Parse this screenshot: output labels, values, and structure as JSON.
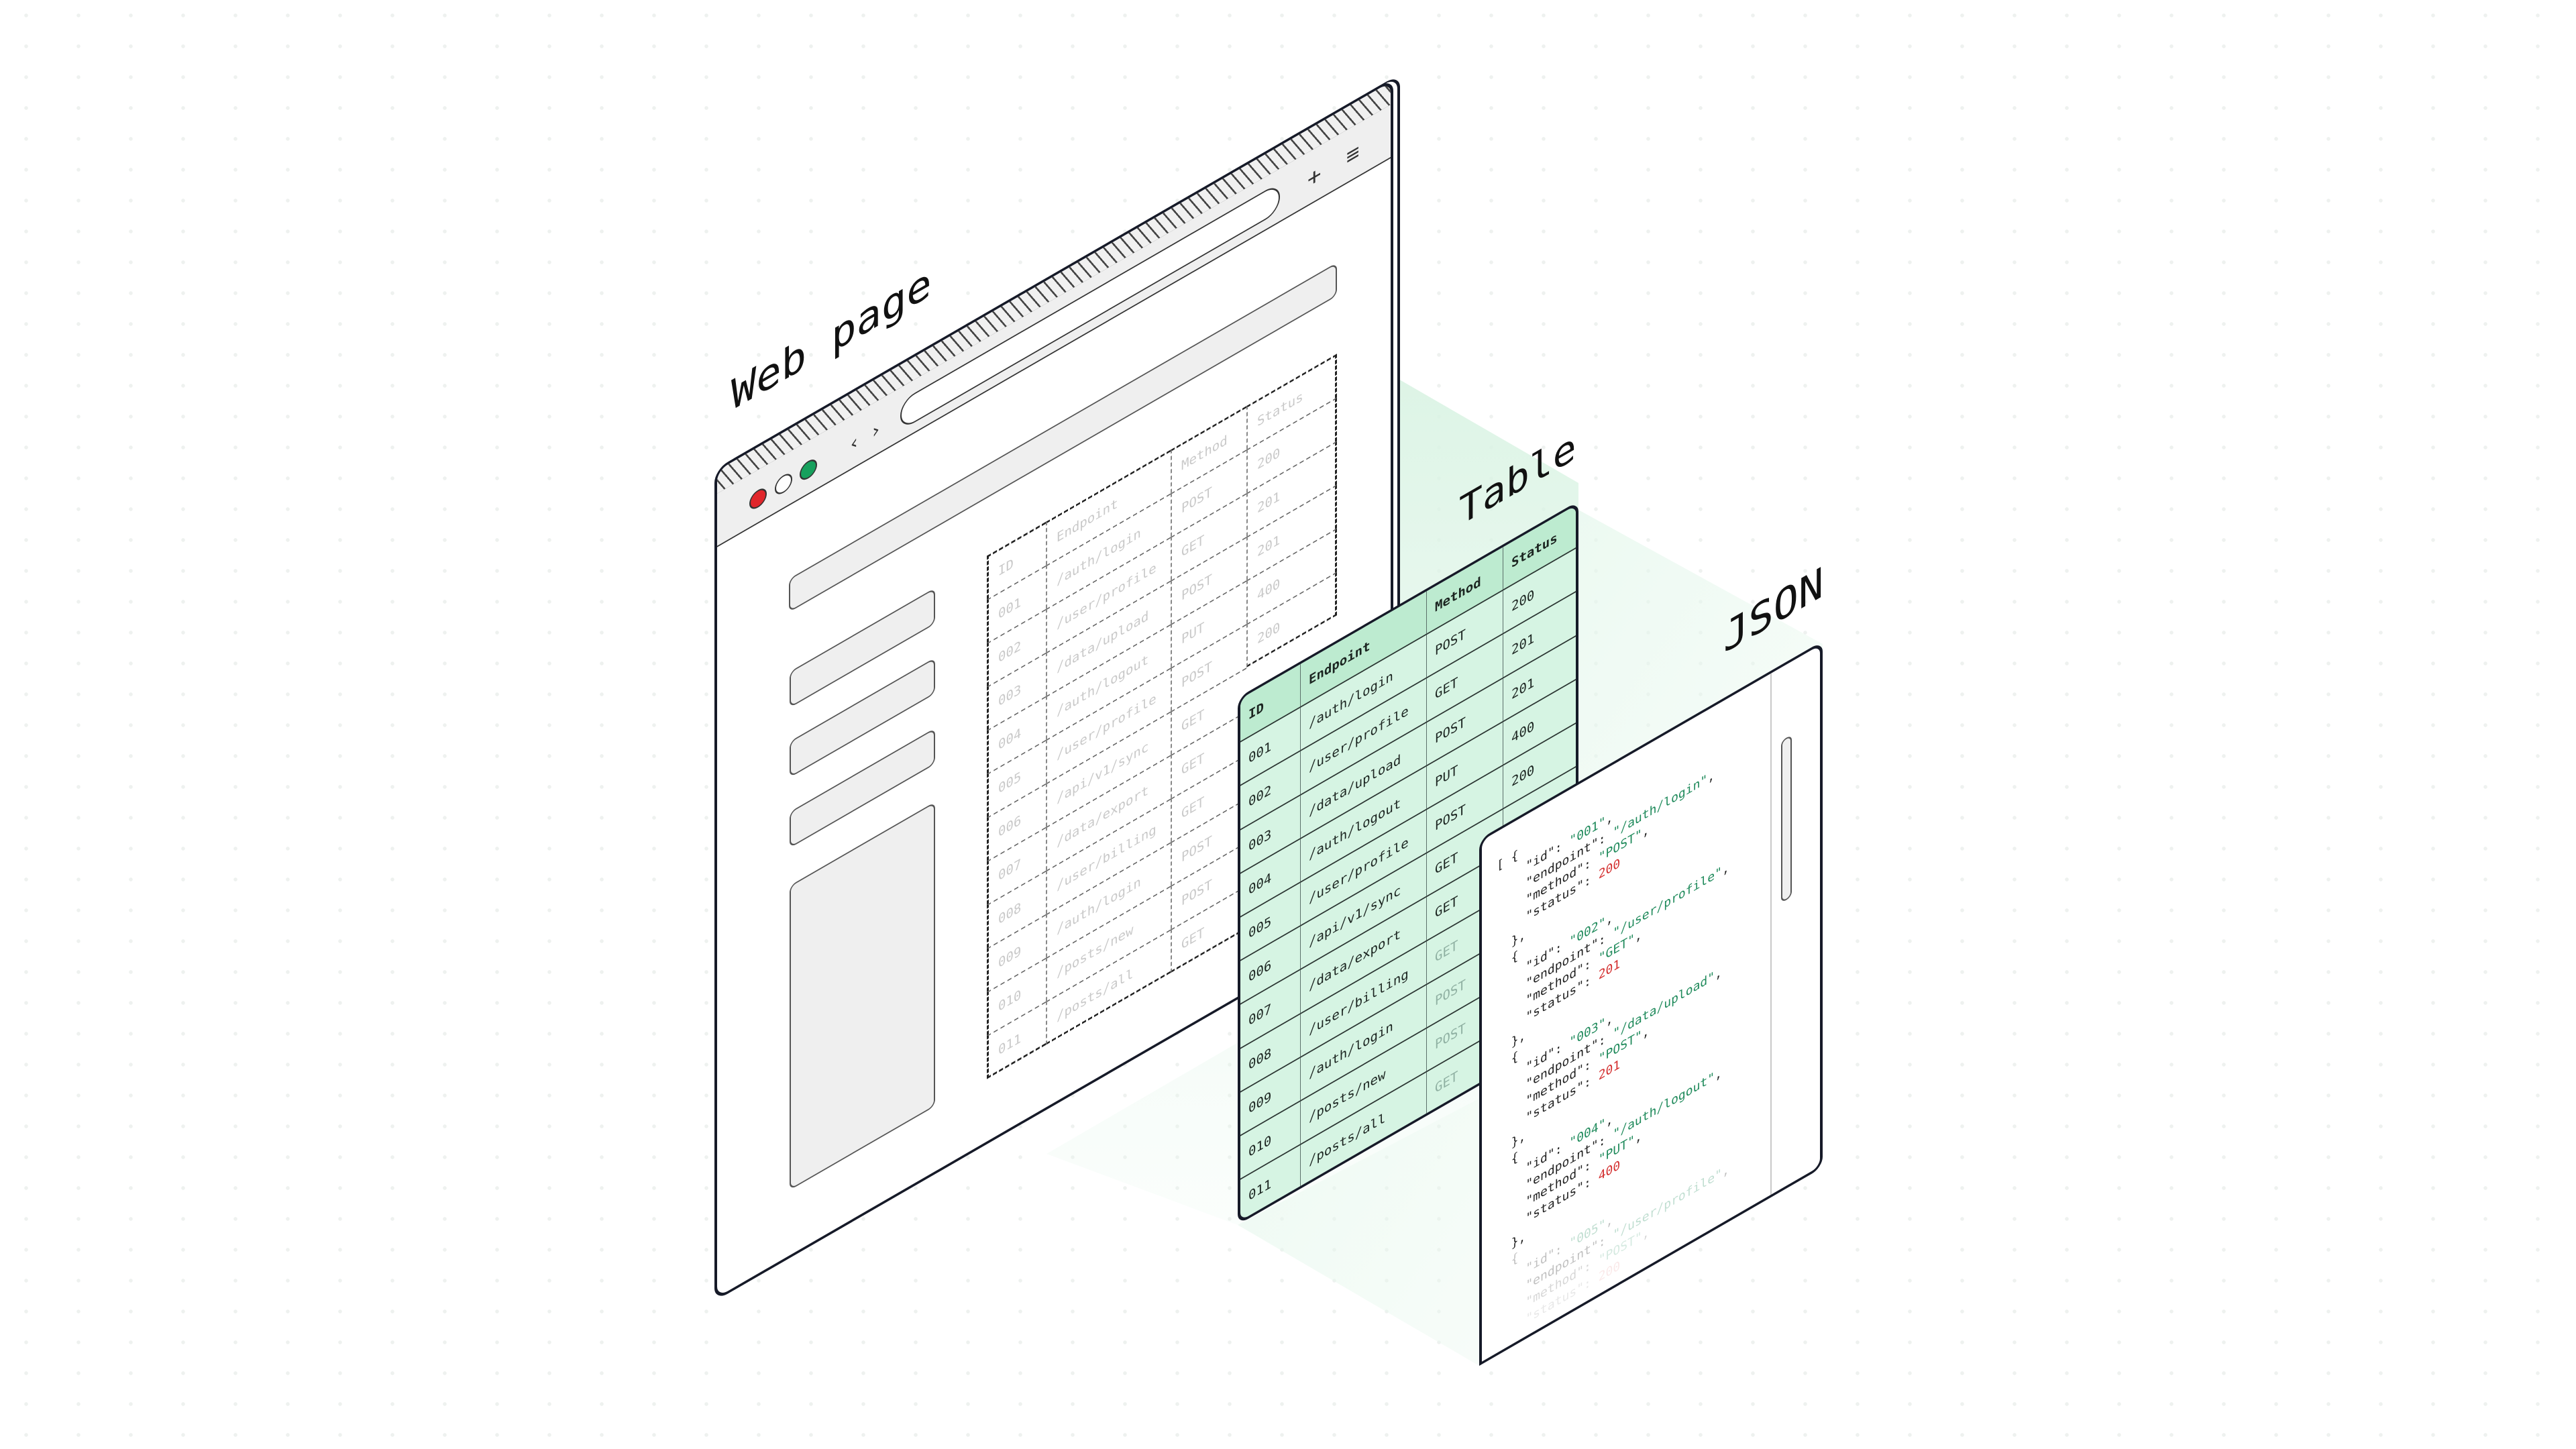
{
  "labels": {
    "web_page": "Web page",
    "table": "Table",
    "json": "JSON"
  },
  "browser": {
    "icons": {
      "back": "‹",
      "forward": "›",
      "new_tab": "+",
      "menu": "≡"
    },
    "traffic_colors": {
      "close": "#e0262b",
      "minimize": "#ffffff",
      "maximize": "#17a05d"
    }
  },
  "table": {
    "headers": [
      "ID",
      "Endpoint",
      "Method",
      "Status"
    ],
    "ids": [
      "001",
      "002",
      "003",
      "004",
      "005",
      "006",
      "007",
      "008",
      "009",
      "010",
      "011"
    ],
    "endpoints": [
      "/auth/login",
      "/user/profile",
      "/data/upload",
      "/auth/logout",
      "/user/profile",
      "/api/v1/sync",
      "/data/export",
      "/user/billing",
      "/auth/login",
      "/posts/new",
      "/posts/all"
    ],
    "methods": [
      "POST",
      "GET",
      "POST",
      "PUT",
      "POST",
      "GET",
      "GET",
      "GET",
      "POST",
      "POST",
      "GET"
    ],
    "statuses": [
      "200",
      "201",
      "201",
      "400",
      "200"
    ]
  },
  "json_panel": {
    "keys": [
      "id",
      "endpoint",
      "method",
      "status"
    ],
    "open_array": "[",
    "open_object": "{",
    "close_object": "},"
  },
  "colors": {
    "accent_green": "#d6f4e3",
    "string_green": "#1f8a5b",
    "number_red": "#d32f2f"
  }
}
